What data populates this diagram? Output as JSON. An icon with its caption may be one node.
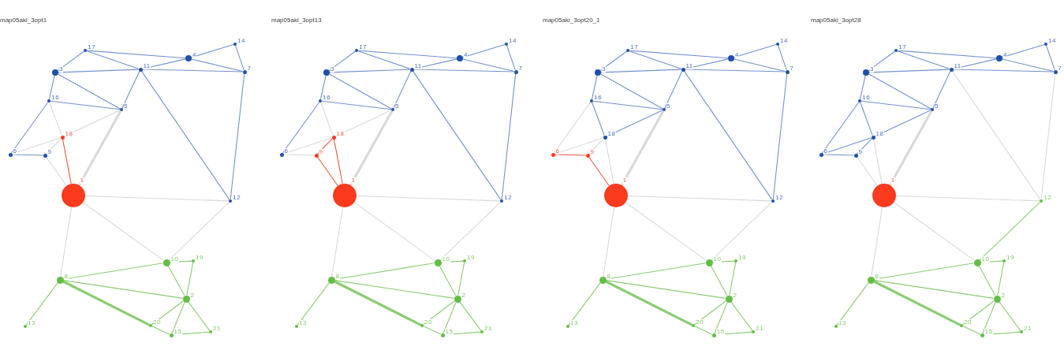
{
  "diagram": {
    "nodes": [
      {
        "text": [],
        "shape": "circle",
        "beside": [
          "17"
        ]
      },
      {
        "text": [],
        "shape": "circle",
        "beside": [
          "14"
        ]
      },
      {
        "text": [],
        "shape": "circle",
        "beside": [
          "4"
        ]
      },
      {
        "text": [],
        "shape": "circle",
        "beside": [
          "3"
        ]
      },
      {
        "text": [],
        "shape": "circle",
        "beside": [
          "11"
        ]
      },
      {
        "text": [],
        "shape": "circle",
        "beside": [
          "7"
        ]
      },
      {
        "text": [],
        "shape": "circle",
        "beside": [
          "16"
        ]
      },
      {
        "text": [],
        "shape": "circle",
        "beside": [
          "5"
        ]
      },
      {
        "text": [],
        "shape": "circle",
        "beside": [
          "18"
        ]
      },
      {
        "text": [],
        "shape": "circle",
        "beside": [
          "6"
        ]
      },
      {
        "text": [],
        "shape": "circle",
        "beside": [
          "9"
        ]
      },
      {
        "text": [],
        "shape": "circle",
        "beside": [
          "1"
        ]
      },
      {
        "text": [],
        "shape": "circle",
        "beside": [
          "12"
        ]
      },
      {
        "text": [],
        "shape": "circle",
        "beside": [
          "10"
        ]
      },
      {
        "text": [],
        "shape": "circle",
        "beside": [
          "19"
        ]
      },
      {
        "text": [],
        "shape": "circle",
        "beside": [
          "8"
        ]
      },
      {
        "text": [],
        "shape": "circle",
        "beside": [
          "2"
        ]
      },
      {
        "text": [],
        "shape": "circle",
        "beside": [
          "13"
        ]
      },
      {
        "text": [],
        "shape": "circle",
        "beside": [
          "20"
        ]
      },
      {
        "text": [],
        "shape": "circle",
        "beside": [
          "15"
        ]
      },
      {
        "text": [],
        "shape": "circle",
        "beside": [
          "21"
        ]
      },
      {
        "text": [],
        "shape": "circle",
        "beside": [
          "17"
        ]
      },
      {
        "text": [],
        "shape": "circle",
        "beside": [
          "14"
        ]
      },
      {
        "text": [],
        "shape": "circle",
        "beside": [
          "4"
        ]
      },
      {
        "text": [],
        "shape": "circle",
        "beside": [
          "3"
        ]
      },
      {
        "text": [],
        "shape": "circle",
        "beside": [
          "11"
        ]
      },
      {
        "text": [],
        "shape": "circle",
        "beside": [
          "7"
        ]
      },
      {
        "text": [],
        "shape": "circle",
        "beside": [
          "16"
        ]
      },
      {
        "text": [],
        "shape": "circle",
        "beside": [
          "5"
        ]
      },
      {
        "text": [],
        "shape": "circle",
        "beside": [
          "18"
        ]
      },
      {
        "text": [],
        "shape": "circle",
        "beside": [
          "6"
        ]
      },
      {
        "text": [],
        "shape": "circle",
        "beside": [
          "9"
        ]
      },
      {
        "text": [],
        "shape": "circle",
        "beside": [
          "1"
        ]
      },
      {
        "text": [],
        "shape": "circle",
        "beside": [
          "12"
        ]
      },
      {
        "text": [],
        "shape": "circle",
        "beside": [
          "10"
        ]
      },
      {
        "text": [],
        "shape": "circle",
        "beside": [
          "19"
        ]
      },
      {
        "text": [],
        "shape": "circle",
        "beside": [
          "8"
        ]
      },
      {
        "text": [],
        "shape": "circle",
        "beside": [
          "2"
        ]
      },
      {
        "text": [],
        "shape": "circle",
        "beside": [
          "13"
        ]
      },
      {
        "text": [],
        "shape": "circle",
        "beside": [
          "20"
        ]
      },
      {
        "text": [],
        "shape": "circle",
        "beside": [
          "15"
        ]
      },
      {
        "text": [],
        "shape": "circle",
        "beside": [
          "21"
        ]
      },
      {
        "text": [],
        "shape": "circle",
        "beside": [
          "17"
        ]
      },
      {
        "text": [],
        "shape": "circle",
        "beside": [
          "14"
        ]
      },
      {
        "text": [],
        "shape": "circle",
        "beside": [
          "4"
        ]
      },
      {
        "text": [],
        "shape": "circle",
        "beside": [
          "3"
        ]
      },
      {
        "text": [],
        "shape": "circle",
        "beside": [
          "11"
        ]
      },
      {
        "text": [],
        "shape": "circle",
        "beside": [
          "7"
        ]
      },
      {
        "text": [],
        "shape": "circle",
        "beside": [
          "16"
        ]
      },
      {
        "text": [],
        "shape": "circle",
        "beside": [
          "5"
        ]
      },
      {
        "text": [],
        "shape": "circle",
        "beside": [
          "18"
        ]
      },
      {
        "text": [],
        "shape": "circle",
        "beside": [
          "6"
        ]
      },
      {
        "text": [],
        "shape": "circle",
        "beside": [
          "9"
        ]
      },
      {
        "text": [],
        "shape": "circle",
        "beside": [
          "1"
        ]
      },
      {
        "text": [],
        "shape": "circle",
        "beside": [
          "12"
        ]
      },
      {
        "text": [],
        "shape": "circle",
        "beside": [
          "10"
        ]
      },
      {
        "text": [],
        "shape": "circle",
        "beside": [
          "19"
        ]
      },
      {
        "text": [],
        "shape": "circle",
        "beside": [
          "8"
        ]
      },
      {
        "text": [],
        "shape": "circle",
        "beside": [
          "2"
        ]
      },
      {
        "text": [],
        "shape": "circle",
        "beside": [
          "13"
        ]
      },
      {
        "text": [],
        "shape": "circle",
        "beside": [
          "20"
        ]
      },
      {
        "text": [],
        "shape": "circle",
        "beside": [
          "15"
        ]
      },
      {
        "text": [],
        "shape": "circle",
        "beside": [
          "21"
        ]
      },
      {
        "text": [],
        "shape": "circle",
        "beside": [
          "17"
        ]
      },
      {
        "text": [],
        "shape": "circle",
        "beside": [
          "14"
        ]
      },
      {
        "text": [],
        "shape": "circle",
        "beside": [
          "4"
        ]
      },
      {
        "text": [],
        "shape": "circle",
        "beside": [
          "3"
        ]
      },
      {
        "text": [],
        "shape": "circle",
        "beside": [
          "11"
        ]
      },
      {
        "text": [],
        "shape": "circle",
        "beside": [
          "7"
        ]
      },
      {
        "text": [],
        "shape": "circle",
        "beside": [
          "16"
        ]
      },
      {
        "text": [],
        "shape": "circle",
        "beside": [
          "5"
        ]
      },
      {
        "text": [],
        "shape": "circle",
        "beside": [
          "18"
        ]
      },
      {
        "text": [],
        "shape": "circle",
        "beside": [
          "6"
        ]
      },
      {
        "text": [],
        "shape": "circle",
        "beside": [
          "9"
        ]
      },
      {
        "text": [],
        "shape": "circle",
        "beside": [
          "1"
        ]
      },
      {
        "text": [],
        "shape": "circle",
        "beside": [
          "12"
        ]
      },
      {
        "text": [],
        "shape": "circle",
        "beside": [
          "10"
        ]
      },
      {
        "text": [],
        "shape": "circle",
        "beside": [
          "19"
        ]
      },
      {
        "text": [],
        "shape": "circle",
        "beside": [
          "8"
        ]
      },
      {
        "text": [],
        "shape": "circle",
        "beside": [
          "2"
        ]
      },
      {
        "text": [],
        "shape": "circle",
        "beside": [
          "13"
        ]
      },
      {
        "text": [],
        "shape": "circle",
        "beside": [
          "20"
        ]
      },
      {
        "text": [],
        "shape": "circle",
        "beside": [
          "15"
        ]
      },
      {
        "text": [],
        "shape": "circle",
        "beside": [
          "21"
        ]
      }
    ],
    "edges": [
      {
        "from": 0,
        "to": 3,
        "arrow": "none"
      },
      {
        "from": 0,
        "to": 2,
        "arrow": "none"
      },
      {
        "from": 0,
        "to": 4,
        "arrow": "none"
      },
      {
        "from": 2,
        "to": 1,
        "arrow": "none"
      },
      {
        "from": 2,
        "to": 4,
        "arrow": "none"
      },
      {
        "from": 2,
        "to": 5,
        "arrow": "none"
      },
      {
        "from": 1,
        "to": 5,
        "arrow": "none"
      },
      {
        "from": 3,
        "to": 4,
        "arrow": "none"
      },
      {
        "from": 4,
        "to": 5,
        "arrow": "none"
      },
      {
        "from": 3,
        "to": 6,
        "arrow": "none"
      },
      {
        "from": 3,
        "to": 7,
        "arrow": "none"
      },
      {
        "from": 6,
        "to": 7,
        "arrow": "none"
      },
      {
        "from": 4,
        "to": 7,
        "arrow": "none"
      },
      {
        "from": 4,
        "to": 12,
        "arrow": "none"
      },
      {
        "from": 5,
        "to": 12,
        "arrow": "none"
      },
      {
        "from": 6,
        "to": 9,
        "arrow": "none"
      },
      {
        "from": 9,
        "to": 10,
        "arrow": "none"
      },
      {
        "from": 6,
        "to": 8,
        "arrow": "none",
        "color": "#d9d9d9"
      },
      {
        "from": 7,
        "to": 8,
        "arrow": "none",
        "color": "#d9d9d9"
      },
      {
        "from": 9,
        "to": 8,
        "arrow": "none",
        "color": "#d9d9d9"
      },
      {
        "from": 10,
        "to": 8,
        "arrow": "none",
        "color": "#d9d9d9"
      },
      {
        "from": 8,
        "to": 11,
        "arrow": "none",
        "color": "#ef5840"
      },
      {
        "from": 10,
        "to": 11,
        "arrow": "none",
        "color": "#d9d9d9"
      },
      {
        "from": 7,
        "to": 11,
        "arrow": "none",
        "style": "thick",
        "color": "#d9d9d9"
      },
      {
        "from": 11,
        "to": 12,
        "arrow": "none",
        "color": "#d9d9d9"
      },
      {
        "from": 11,
        "to": 13,
        "arrow": "none",
        "color": "#d9d9d9"
      },
      {
        "from": 12,
        "to": 13,
        "arrow": "none",
        "color": "#d9d9d9"
      },
      {
        "from": 11,
        "to": 15,
        "arrow": "none",
        "color": "#d9d9d9"
      },
      {
        "from": 13,
        "to": 14,
        "arrow": "none",
        "color": "#8ccc74"
      },
      {
        "from": 13,
        "to": 15,
        "arrow": "none",
        "color": "#8ccc74"
      },
      {
        "from": 13,
        "to": 16,
        "arrow": "none",
        "color": "#8ccc74"
      },
      {
        "from": 14,
        "to": 16,
        "arrow": "none",
        "color": "#8ccc74"
      },
      {
        "from": 15,
        "to": 16,
        "arrow": "none",
        "color": "#8ccc74"
      },
      {
        "from": 15,
        "to": 17,
        "arrow": "none",
        "color": "#8ccc74"
      },
      {
        "from": 15,
        "to": 18,
        "arrow": "none",
        "style": "thick",
        "color": "#8ccc74"
      },
      {
        "from": 16,
        "to": 18,
        "arrow": "none",
        "color": "#8ccc74"
      },
      {
        "from": 16,
        "to": 19,
        "arrow": "none",
        "color": "#8ccc74"
      },
      {
        "from": 16,
        "to": 20,
        "arrow": "none",
        "color": "#8ccc74"
      },
      {
        "from": 18,
        "to": 19,
        "arrow": "none",
        "color": "#8ccc74"
      },
      {
        "from": 19,
        "to": 20,
        "arrow": "none",
        "color": "#8ccc74"
      },
      {
        "from": 21,
        "to": 24,
        "arrow": "none"
      },
      {
        "from": 21,
        "to": 23,
        "arrow": "none"
      },
      {
        "from": 21,
        "to": 25,
        "arrow": "none"
      },
      {
        "from": 23,
        "to": 22,
        "arrow": "none"
      },
      {
        "from": 23,
        "to": 25,
        "arrow": "none"
      },
      {
        "from": 23,
        "to": 26,
        "arrow": "none"
      },
      {
        "from": 22,
        "to": 26,
        "arrow": "none"
      },
      {
        "from": 24,
        "to": 25,
        "arrow": "none"
      },
      {
        "from": 25,
        "to": 26,
        "arrow": "none"
      },
      {
        "from": 24,
        "to": 27,
        "arrow": "none"
      },
      {
        "from": 24,
        "to": 28,
        "arrow": "none"
      },
      {
        "from": 27,
        "to": 28,
        "arrow": "none"
      },
      {
        "from": 25,
        "to": 28,
        "arrow": "none"
      },
      {
        "from": 25,
        "to": 33,
        "arrow": "none"
      },
      {
        "from": 26,
        "to": 33,
        "arrow": "none"
      },
      {
        "from": 27,
        "to": 30,
        "arrow": "none"
      },
      {
        "from": 30,
        "to": 31,
        "arrow": "none",
        "color": "#d9d9d9"
      },
      {
        "from": 27,
        "to": 29,
        "arrow": "none",
        "color": "#d9d9d9"
      },
      {
        "from": 28,
        "to": 29,
        "arrow": "none",
        "color": "#d9d9d9"
      },
      {
        "from": 30,
        "to": 29,
        "arrow": "none",
        "color": "#d9d9d9"
      },
      {
        "from": 31,
        "to": 29,
        "arrow": "none",
        "color": "#ef5840"
      },
      {
        "from": 29,
        "to": 32,
        "arrow": "none",
        "color": "#ef5840"
      },
      {
        "from": 31,
        "to": 32,
        "arrow": "none",
        "color": "#ef5840"
      },
      {
        "from": 28,
        "to": 32,
        "arrow": "none",
        "style": "thick",
        "color": "#d9d9d9"
      },
      {
        "from": 32,
        "to": 33,
        "arrow": "none",
        "color": "#d9d9d9"
      },
      {
        "from": 32,
        "to": 34,
        "arrow": "none",
        "color": "#d9d9d9"
      },
      {
        "from": 33,
        "to": 34,
        "arrow": "none",
        "color": "#d9d9d9"
      },
      {
        "from": 32,
        "to": 36,
        "arrow": "none",
        "color": "#d9d9d9"
      },
      {
        "from": 34,
        "to": 35,
        "arrow": "none",
        "color": "#8ccc74"
      },
      {
        "from": 34,
        "to": 36,
        "arrow": "none",
        "color": "#8ccc74"
      },
      {
        "from": 34,
        "to": 37,
        "arrow": "none",
        "color": "#8ccc74"
      },
      {
        "from": 35,
        "to": 37,
        "arrow": "none",
        "color": "#8ccc74"
      },
      {
        "from": 36,
        "to": 37,
        "arrow": "none",
        "color": "#8ccc74"
      },
      {
        "from": 36,
        "to": 38,
        "arrow": "none",
        "color": "#8ccc74"
      },
      {
        "from": 36,
        "to": 39,
        "arrow": "none",
        "style": "thick",
        "color": "#8ccc74"
      },
      {
        "from": 37,
        "to": 39,
        "arrow": "none",
        "color": "#8ccc74"
      },
      {
        "from": 37,
        "to": 40,
        "arrow": "none",
        "color": "#8ccc74"
      },
      {
        "from": 37,
        "to": 41,
        "arrow": "none",
        "color": "#8ccc74"
      },
      {
        "from": 39,
        "to": 40,
        "arrow": "none",
        "color": "#8ccc74"
      },
      {
        "from": 40,
        "to": 41,
        "arrow": "none",
        "color": "#8ccc74"
      },
      {
        "from": 42,
        "to": 45,
        "arrow": "none"
      },
      {
        "from": 42,
        "to": 44,
        "arrow": "none"
      },
      {
        "from": 42,
        "to": 46,
        "arrow": "none"
      },
      {
        "from": 44,
        "to": 43,
        "arrow": "none"
      },
      {
        "from": 44,
        "to": 46,
        "arrow": "none"
      },
      {
        "from": 44,
        "to": 47,
        "arrow": "none"
      },
      {
        "from": 43,
        "to": 47,
        "arrow": "none"
      },
      {
        "from": 45,
        "to": 46,
        "arrow": "none"
      },
      {
        "from": 46,
        "to": 47,
        "arrow": "none"
      },
      {
        "from": 45,
        "to": 48,
        "arrow": "none"
      },
      {
        "from": 45,
        "to": 49,
        "arrow": "none"
      },
      {
        "from": 48,
        "to": 49,
        "arrow": "none"
      },
      {
        "from": 46,
        "to": 49,
        "arrow": "none"
      },
      {
        "from": 46,
        "to": 54,
        "arrow": "none"
      },
      {
        "from": 47,
        "to": 54,
        "arrow": "none"
      },
      {
        "from": 48,
        "to": 51,
        "arrow": "none",
        "color": "#d9d9d9"
      },
      {
        "from": 51,
        "to": 52,
        "arrow": "none",
        "color": "#ef5840"
      },
      {
        "from": 48,
        "to": 50,
        "arrow": "none"
      },
      {
        "from": 49,
        "to": 50,
        "arrow": "none"
      },
      {
        "from": 51,
        "to": 50,
        "arrow": "none",
        "color": "#d9d9d9"
      },
      {
        "from": 52,
        "to": 50,
        "arrow": "none",
        "color": "#d9d9d9"
      },
      {
        "from": 50,
        "to": 53,
        "arrow": "none",
        "color": "#d9d9d9"
      },
      {
        "from": 52,
        "to": 53,
        "arrow": "none",
        "color": "#ef5840"
      },
      {
        "from": 49,
        "to": 53,
        "arrow": "none",
        "style": "thick",
        "color": "#d9d9d9"
      },
      {
        "from": 53,
        "to": 54,
        "arrow": "none",
        "color": "#d9d9d9"
      },
      {
        "from": 53,
        "to": 55,
        "arrow": "none",
        "color": "#d9d9d9"
      },
      {
        "from": 54,
        "to": 55,
        "arrow": "none",
        "color": "#d9d9d9"
      },
      {
        "from": 53,
        "to": 57,
        "arrow": "none",
        "color": "#d9d9d9"
      },
      {
        "from": 55,
        "to": 56,
        "arrow": "none",
        "color": "#8ccc74"
      },
      {
        "from": 55,
        "to": 57,
        "arrow": "none",
        "color": "#8ccc74"
      },
      {
        "from": 55,
        "to": 58,
        "arrow": "none",
        "color": "#8ccc74"
      },
      {
        "from": 56,
        "to": 58,
        "arrow": "none",
        "color": "#8ccc74"
      },
      {
        "from": 57,
        "to": 58,
        "arrow": "none",
        "color": "#8ccc74"
      },
      {
        "from": 57,
        "to": 59,
        "arrow": "none",
        "color": "#8ccc74"
      },
      {
        "from": 57,
        "to": 60,
        "arrow": "none",
        "style": "thick",
        "color": "#8ccc74"
      },
      {
        "from": 58,
        "to": 60,
        "arrow": "none",
        "color": "#8ccc74"
      },
      {
        "from": 58,
        "to": 61,
        "arrow": "none",
        "color": "#8ccc74"
      },
      {
        "from": 58,
        "to": 62,
        "arrow": "none",
        "color": "#8ccc74"
      },
      {
        "from": 60,
        "to": 61,
        "arrow": "none",
        "color": "#8ccc74"
      },
      {
        "from": 61,
        "to": 62,
        "arrow": "none",
        "color": "#8ccc74"
      },
      {
        "from": 63,
        "to": 66,
        "arrow": "none"
      },
      {
        "from": 63,
        "to": 65,
        "arrow": "none"
      },
      {
        "from": 63,
        "to": 67,
        "arrow": "none"
      },
      {
        "from": 65,
        "to": 64,
        "arrow": "none"
      },
      {
        "from": 65,
        "to": 67,
        "arrow": "none"
      },
      {
        "from": 65,
        "to": 68,
        "arrow": "none"
      },
      {
        "from": 64,
        "to": 68,
        "arrow": "none"
      },
      {
        "from": 66,
        "to": 67,
        "arrow": "none"
      },
      {
        "from": 67,
        "to": 68,
        "arrow": "none"
      },
      {
        "from": 66,
        "to": 69,
        "arrow": "none"
      },
      {
        "from": 66,
        "to": 70,
        "arrow": "none"
      },
      {
        "from": 69,
        "to": 70,
        "arrow": "none"
      },
      {
        "from": 67,
        "to": 70,
        "arrow": "none"
      },
      {
        "from": 67,
        "to": 75,
        "arrow": "none",
        "color": "#d9d9d9"
      },
      {
        "from": 68,
        "to": 75,
        "arrow": "none",
        "color": "#d9d9d9"
      },
      {
        "from": 69,
        "to": 72,
        "arrow": "none"
      },
      {
        "from": 72,
        "to": 73,
        "arrow": "none"
      },
      {
        "from": 69,
        "to": 71,
        "arrow": "none"
      },
      {
        "from": 70,
        "to": 71,
        "arrow": "none"
      },
      {
        "from": 72,
        "to": 71,
        "arrow": "none"
      },
      {
        "from": 73,
        "to": 71,
        "arrow": "none"
      },
      {
        "from": 71,
        "to": 74,
        "arrow": "none",
        "color": "#d9d9d9"
      },
      {
        "from": 73,
        "to": 74,
        "arrow": "none",
        "color": "#d9d9d9"
      },
      {
        "from": 70,
        "to": 74,
        "arrow": "none",
        "style": "thick",
        "color": "#d9d9d9"
      },
      {
        "from": 74,
        "to": 75,
        "arrow": "none",
        "color": "#d9d9d9"
      },
      {
        "from": 74,
        "to": 76,
        "arrow": "none",
        "color": "#d9d9d9"
      },
      {
        "from": 75,
        "to": 76,
        "arrow": "none",
        "color": "#8ccc74"
      },
      {
        "from": 74,
        "to": 78,
        "arrow": "none",
        "color": "#d9d9d9"
      },
      {
        "from": 76,
        "to": 77,
        "arrow": "none",
        "color": "#8ccc74"
      },
      {
        "from": 76,
        "to": 78,
        "arrow": "none",
        "color": "#8ccc74"
      },
      {
        "from": 76,
        "to": 79,
        "arrow": "none",
        "color": "#8ccc74"
      },
      {
        "from": 77,
        "to": 79,
        "arrow": "none",
        "color": "#8ccc74"
      },
      {
        "from": 78,
        "to": 79,
        "arrow": "none",
        "color": "#8ccc74"
      },
      {
        "from": 78,
        "to": 80,
        "arrow": "none",
        "color": "#8ccc74"
      },
      {
        "from": 78,
        "to": 81,
        "arrow": "none",
        "style": "thick",
        "color": "#8ccc74"
      },
      {
        "from": 79,
        "to": 81,
        "arrow": "none",
        "color": "#8ccc74"
      },
      {
        "from": 79,
        "to": 82,
        "arrow": "none",
        "color": "#8ccc74"
      },
      {
        "from": 79,
        "to": 83,
        "arrow": "none",
        "color": "#8ccc74"
      },
      {
        "from": 81,
        "to": 82,
        "arrow": "none",
        "color": "#8ccc74"
      },
      {
        "from": 82,
        "to": 83,
        "arrow": "none",
        "color": "#8ccc74"
      }
    ],
    "labels": [
      "map05aki_3opt1",
      "map05aki_3opt13",
      "map05aki_3opt20_1",
      "map05aki_3opt28"
    ]
  }
}
